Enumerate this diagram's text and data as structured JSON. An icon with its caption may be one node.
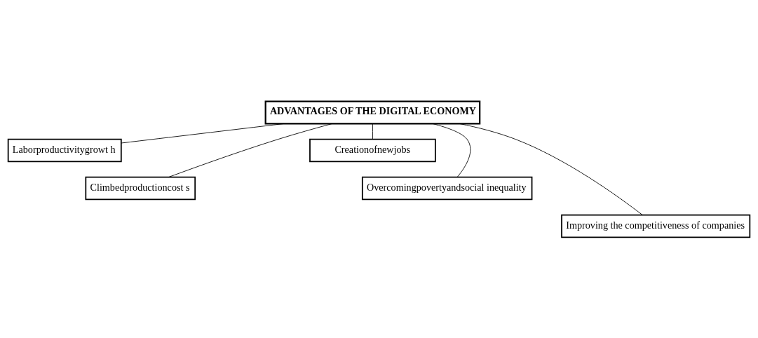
{
  "diagram": {
    "nodes": [
      {
        "text": [
          "ADVANTAGES OF THE DIGITAL ECONOMY"
        ]
      },
      {
        "text": [
          "Laborproductivitygrowt h"
        ]
      },
      {
        "text": [
          "Creationofnewjobs"
        ]
      },
      {
        "text": [
          "Climbedproductioncost s"
        ]
      },
      {
        "text": [
          "Overcomingpovertyandsocial inequality"
        ]
      },
      {
        "text": [
          "Improving the competitiveness of companies"
        ]
      }
    ],
    "edges": [
      {
        "from": 0,
        "to": 1,
        "arrow": "none"
      },
      {
        "from": 0,
        "to": 3,
        "arrow": "none"
      },
      {
        "from": 0,
        "to": 5,
        "arrow": "none"
      },
      {
        "from": 0,
        "to": 4,
        "arrow": "none"
      },
      {
        "from": 0,
        "to": 2,
        "arrow": "none"
      }
    ]
  }
}
